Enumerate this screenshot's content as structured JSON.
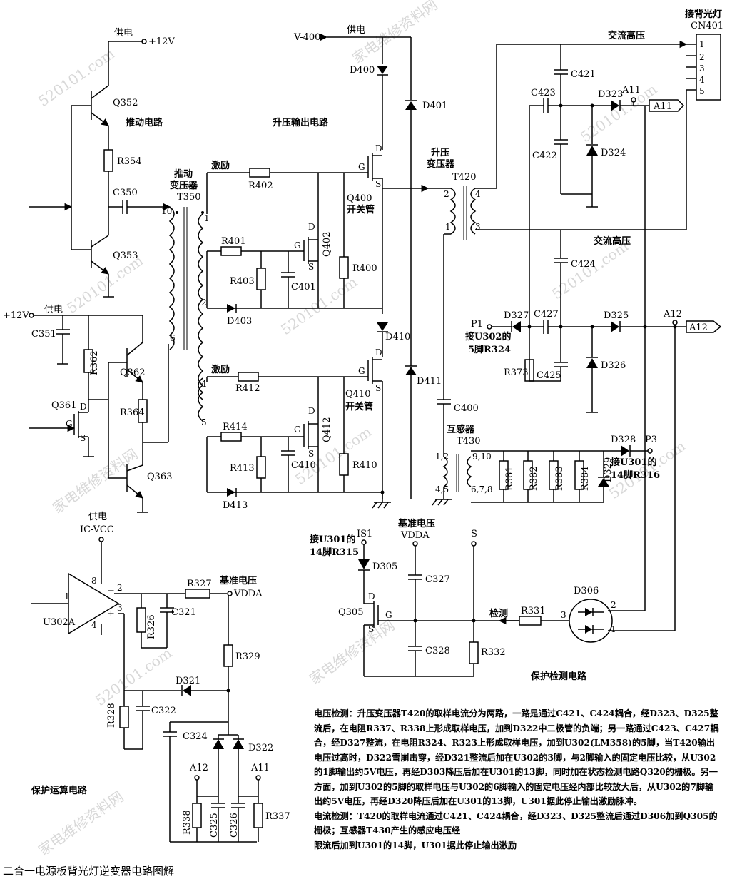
{
  "caption": "二合一电源板背光灯逆变器电路图解",
  "watermarks": [
    "家电维修资料网",
    "520101.com"
  ],
  "sections": {
    "drive": "推动电路",
    "boost": "升压输出电路",
    "protect_calc": "保护运算电路",
    "protect_detect": "保护检测电路"
  },
  "left": {
    "supply1": "供电",
    "v12_1": "+12V",
    "q352": "Q352",
    "r354": "R354",
    "c350": "C350",
    "q353": "Q353",
    "supply2": "供电",
    "v12_2": "+12V",
    "c351": "C351",
    "r362": "R362",
    "q362": "Q362",
    "r364": "R364",
    "q361": "Q361",
    "q363": "Q363",
    "d_pin": "D",
    "g_pin": "G",
    "s_pin": "S"
  },
  "t350": {
    "name1": "推动",
    "name2": "变压器",
    "id": "T350",
    "p10": "10",
    "p1": "1",
    "p2": "2",
    "p6": "6",
    "p4": "4",
    "p5": "5"
  },
  "upper": {
    "v400": "V-400",
    "supply": "供电",
    "d400": "D400",
    "d401": "D401",
    "excite": "激励",
    "r402": "R402",
    "q400": "Q400",
    "q400_desc": "开关管",
    "r401": "R401",
    "q402": "Q402",
    "r403": "R403",
    "c401": "C401",
    "r400": "R400",
    "d403": "D403",
    "d410": "D410"
  },
  "lower": {
    "excite": "激励",
    "r412": "R412",
    "q410": "Q410",
    "q410_desc": "开关管",
    "d411": "D411",
    "r414": "R414",
    "q412": "Q412",
    "r413": "R413",
    "c410": "C410",
    "r410": "R410",
    "d413": "D413"
  },
  "t420": {
    "name1": "升压",
    "name2": "变压器",
    "id": "T420",
    "p1": "1",
    "p2": "2",
    "p3": "3",
    "p4": "4"
  },
  "right": {
    "cn_title": "接背光灯",
    "cn_id": "CN401",
    "pins": [
      "1",
      "2",
      "3",
      "4",
      "5"
    ],
    "ac_hv1": "交流高压",
    "ac_hv2": "交流高压",
    "c421": "C421",
    "c423": "C423",
    "d323": "D323",
    "a11": "A11",
    "c422": "C422",
    "d324": "D324",
    "c424": "C424",
    "p1": "P1",
    "d327": "D327",
    "c427": "C427",
    "d325": "D325",
    "a12": "A12",
    "p1_note1": "接U302的",
    "p1_note2": "5脚R324",
    "r373": "R373",
    "c425": "C425",
    "d326": "D326",
    "c400": "C400",
    "ct_name": "互感器",
    "ct_id": "T430",
    "ct_p12": "1,2",
    "ct_p45": "4,5",
    "ct_p910": "9,10",
    "ct_p678": "6,7,8",
    "r381": "R381",
    "r382": "R382",
    "r383": "R383",
    "r384": "R384",
    "d328": "D328",
    "p3": "P3",
    "d329": "D329",
    "p3_note1": "接U301的",
    "p3_note2": "14脚R316"
  },
  "opamp": {
    "supply": "供电",
    "vcc": "IC-VCC",
    "id": "U302A",
    "p1": "1",
    "p2": "2",
    "p3": "3",
    "p4": "4",
    "p8": "8",
    "minus": "−",
    "plus": "+",
    "r327": "R327",
    "ref_name": "基准电压",
    "vdda": "VDDA",
    "c321": "C321",
    "r326": "R326",
    "r329": "R329",
    "d321": "D321",
    "r328": "R328",
    "c322": "C322",
    "c324": "C324",
    "d322": "D322",
    "a12": "A12",
    "a11": "A11",
    "r338": "R338",
    "c325": "C325",
    "c326": "C326",
    "r337": "R337"
  },
  "detect": {
    "u301_note1": "接U301的",
    "u301_note2": "14脚R315",
    "is1": "IS1",
    "ref_name": "基准电压",
    "vdda": "VDDA",
    "s": "S",
    "d305": "D305",
    "c327": "C327",
    "q305": "Q305",
    "d": "D",
    "g": "G",
    "sp": "S",
    "detect": "检测",
    "r331": "R331",
    "d306": "D306",
    "p1": "1",
    "p2": "2",
    "p3": "3",
    "c328": "C328",
    "r332": "R332"
  },
  "description": [
    "电压检测：升压变压器T420的取样电流分为两路，一路是通过C421、C424耦合，经D323、D325整流后，在电阻R337、R338上形成取样电压，加到D322中二极管的负端；另一路通过C423、C427耦合，经D327整流，在电阻R324、R323上形成取样电压，加到U302(LM358)的5脚，当T420输出电压过高时，D322雪崩击穿，经D321整流后加在U302的3脚，与2脚输入的固定电压比较，从U302的1脚输出约5V电压，再经D303降压后加在U301的13脚，同时加在状态检测电路Q320的栅极。另一方面，加到U302的5脚的取样电压与U302的6脚输入的固定电压经内部比较放大后，从U302的7脚输出约5V电压，再经D320降压后加在U301的13脚，U301据此停止输出激励脉冲。",
    "电流检测：T420的取样电流通过C421、C424耦合，经D323、D325整流后通过D306加到Q305的栅极；互感器T430产生的感应电压经",
    "限流后加到U301的14脚，U301据此停止输出激励"
  ]
}
